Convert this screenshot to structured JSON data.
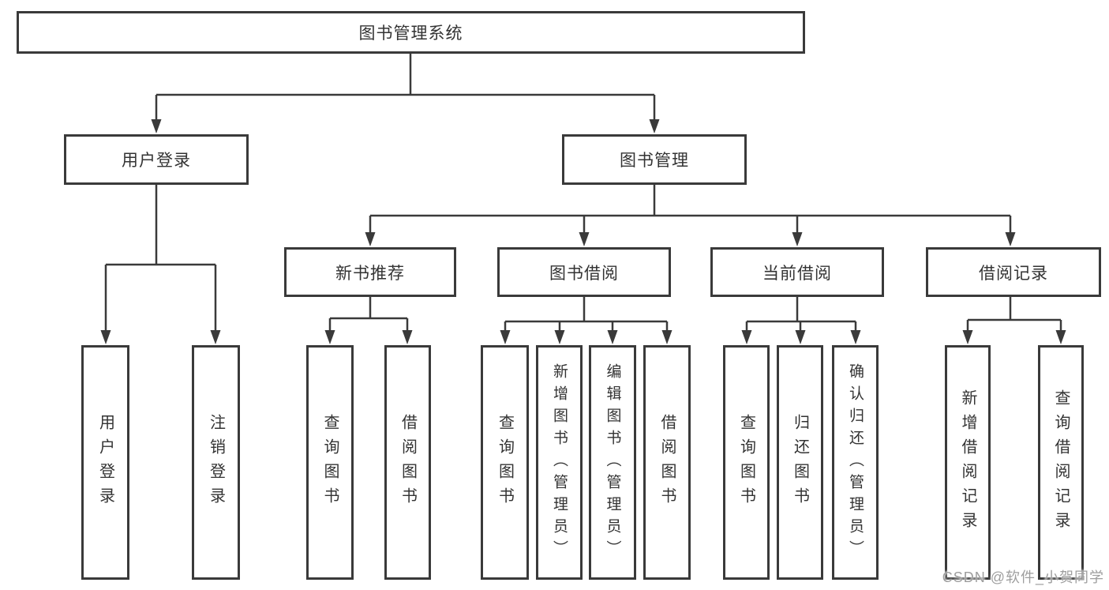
{
  "diagram_title": "图书管理系统",
  "colors": {
    "line": "#3a3a3a",
    "text": "#333333",
    "watermark": "#9e9e9e",
    "background": "#ffffff"
  },
  "nodes": {
    "root": "图书管理系统",
    "level2": [
      "用户登录",
      "图书管理"
    ],
    "level3": [
      "新书推荐",
      "图书借阅",
      "当前借阅",
      "借阅记录"
    ],
    "leaves": {
      "user": [
        "用户登录",
        "注销登录"
      ],
      "newbook": [
        "查询图书",
        "借阅图书"
      ],
      "borrow": [
        "查询图书",
        "新增图书（管理员）",
        "编辑图书（管理员）",
        "借阅图书"
      ],
      "current": [
        "查询图书",
        "归还图书",
        "确认归还（管理员）"
      ],
      "records": [
        "新增借阅记录",
        "查询借阅记录"
      ]
    }
  },
  "watermark": {
    "text": "CSDN @软件_小贺同学"
  }
}
